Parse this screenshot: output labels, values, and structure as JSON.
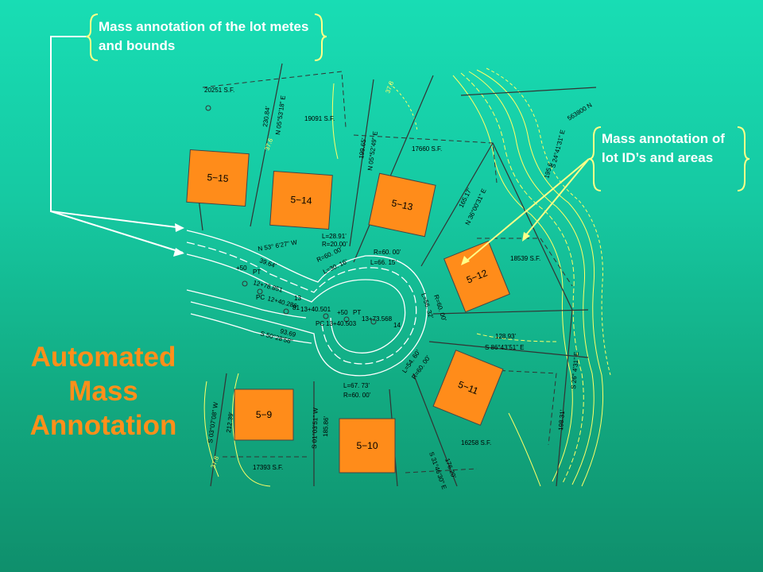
{
  "callouts": {
    "metes_bounds": "Mass annotation of the lot metes and bounds",
    "lot_ids": "Mass annotation of lot ID’s and areas"
  },
  "title": {
    "line1": "Automated",
    "line2": "Mass",
    "line3": "Annotation"
  },
  "colors": {
    "background_top": "#18ddb4",
    "background_bottom": "#0f8f6c",
    "lot_fill": "#ff8c1a",
    "title_color": "#ff8f1a",
    "bracket_color": "#ffff88",
    "contour_color": "#ffff66",
    "road_color": "#ffffff"
  },
  "lots": [
    {
      "id": "5−15"
    },
    {
      "id": "5−14"
    },
    {
      "id": "5−13"
    },
    {
      "id": "5−12"
    },
    {
      "id": "5−11"
    },
    {
      "id": "5−9"
    },
    {
      "id": "5−10"
    }
  ],
  "areas": [
    "20251 S.F.",
    "19091 S.F.",
    "17660 S.F.",
    "18539 S.F.",
    "16258 S.F.",
    "17393 S.F."
  ],
  "bearings": [
    "N 05°53’18” E",
    "230.84’",
    "199.65’",
    "N 05°52’49” E",
    "165.17’",
    "N 36°00’31” E",
    "S 24°41’31” E",
    "195.6",
    "563800 N",
    "N 53° 6’27” W",
    "39.64’",
    "128.93’",
    "S 86°43’51” E",
    "S 26° 4’31” E",
    "198.31’",
    "93.69",
    "S 50°28’58”",
    "S 03°07’08” W",
    "212.39’",
    "S 01°03’51” W",
    "185.86’",
    "S 31°46’30” E",
    "176.20’"
  ],
  "curves": [
    "L=28.91’",
    "R=20.00’",
    "R=60. 00’",
    "L=30. 16’",
    "R=60. 00’",
    "L=66. 15’",
    "L=56. 32’",
    "R=60. 00’",
    "L=54. 60’",
    "R=60. 00’",
    "L=67. 73’",
    "R=60. 00’"
  ],
  "stations": [
    "+50",
    "PT",
    "12+78.851",
    "13",
    "PC",
    "12+40.286",
    "13+40.501",
    "81",
    "+50",
    "PT",
    "13+73.568",
    "PC",
    "13+40.503",
    "14"
  ],
  "misc": [
    "37.8",
    "37.6",
    "37.8"
  ]
}
